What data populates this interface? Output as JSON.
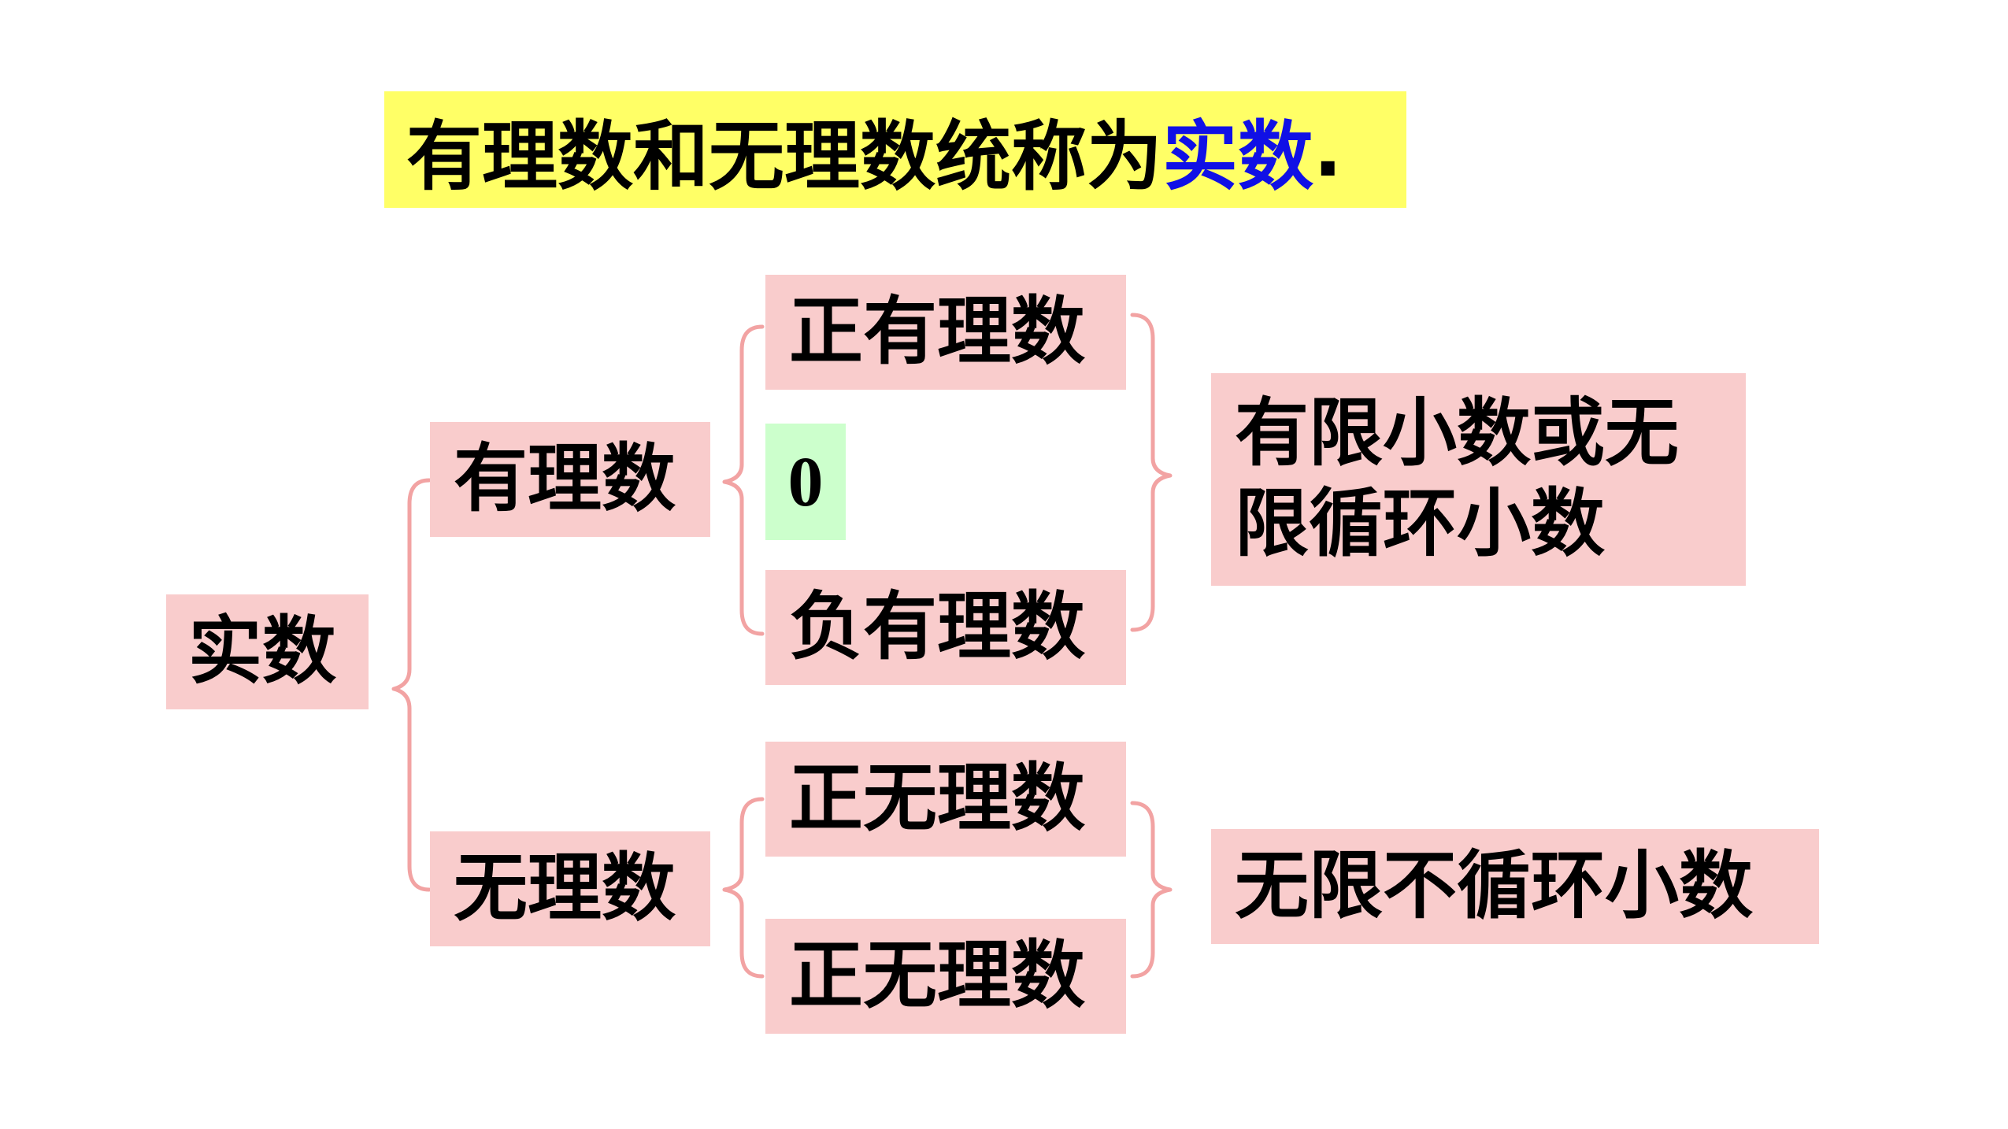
{
  "title": {
    "prefix": "有理数和无理数统称为",
    "highlight": "实数",
    "suffix": "."
  },
  "nodes": {
    "real": "实数",
    "rational": "有理数",
    "irrational": "无理数",
    "positive_rational": "正有理数",
    "zero": "0",
    "negative_rational": "负有理数",
    "positive_irrational_1": "正无理数",
    "positive_irrational_2": "正无理数",
    "rational_description": "有限小数或无限循环小数",
    "irrational_description": "无限不循环小数"
  },
  "colors": {
    "title_background": "#ffff66",
    "title_highlight": "#1010e6",
    "node_background": "#f9cccc",
    "zero_background": "#ccffcc",
    "bracket": "#f2a3a3"
  }
}
